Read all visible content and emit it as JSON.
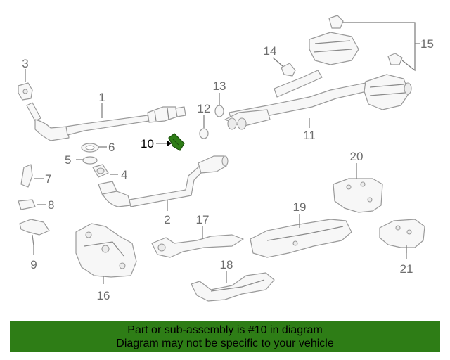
{
  "diagram": {
    "highlight_color": "#2e7d16",
    "callouts": [
      {
        "id": "1",
        "label": "1"
      },
      {
        "id": "2",
        "label": "2"
      },
      {
        "id": "3",
        "label": "3"
      },
      {
        "id": "4",
        "label": "4"
      },
      {
        "id": "5",
        "label": "5"
      },
      {
        "id": "6",
        "label": "6"
      },
      {
        "id": "7",
        "label": "7"
      },
      {
        "id": "8",
        "label": "8"
      },
      {
        "id": "9",
        "label": "9"
      },
      {
        "id": "10",
        "label": "10"
      },
      {
        "id": "11",
        "label": "11"
      },
      {
        "id": "12",
        "label": "12"
      },
      {
        "id": "13",
        "label": "13"
      },
      {
        "id": "14",
        "label": "14"
      },
      {
        "id": "15",
        "label": "15"
      },
      {
        "id": "16",
        "label": "16"
      },
      {
        "id": "17",
        "label": "17"
      },
      {
        "id": "18",
        "label": "18"
      },
      {
        "id": "19",
        "label": "19"
      },
      {
        "id": "20",
        "label": "20"
      },
      {
        "id": "21",
        "label": "21"
      }
    ]
  },
  "banner": {
    "line1": "Part or sub-assembly is #10 in diagram",
    "line2": "Diagram may not be specific to your vehicle",
    "background": "#2e7d16"
  }
}
